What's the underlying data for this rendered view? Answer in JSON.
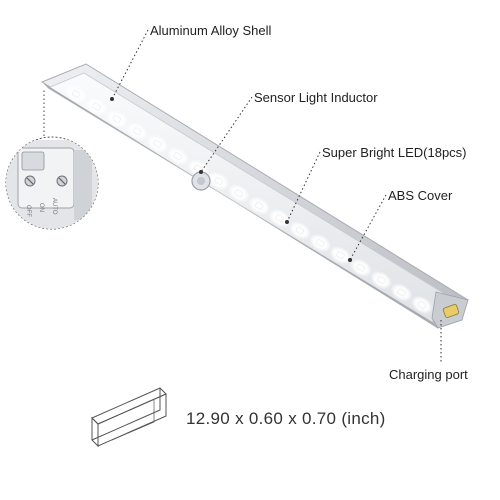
{
  "callouts": {
    "shell": "Aluminum Alloy Shell",
    "sensor": "Sensor Light Inductor",
    "led": "Super Bright LED(18pcs)",
    "cover": "ABS Cover",
    "port": "Charging port"
  },
  "switch_positions": [
    "OFF",
    "ON",
    "AUTO"
  ],
  "dimensions": "12.90 x 0.60 x 0.70 (inch)",
  "led_count": 18,
  "colors": {
    "shell": "#d9dbdf",
    "cover": "#f4f5f7",
    "led_glow": "#ffffff",
    "callout_line": "#333333",
    "text": "#222222"
  }
}
